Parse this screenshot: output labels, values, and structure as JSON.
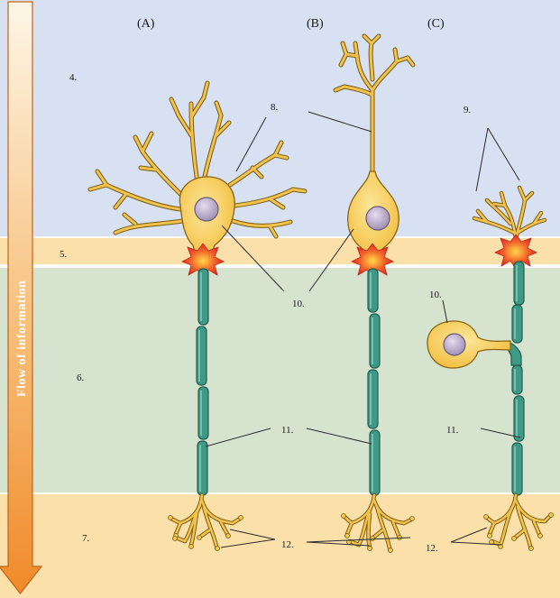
{
  "columns": {
    "a": "(A)",
    "b": "(B)",
    "c": "(C)"
  },
  "labels": {
    "l4": "4.",
    "l5": "5.",
    "l6": "6.",
    "l7": "7.",
    "l8": "8.",
    "l9": "9.",
    "l10a": "10.",
    "l10b": "10.",
    "l11a": "11.",
    "l11b": "11.",
    "l12a": "12.",
    "l12b": "12."
  },
  "arrow": {
    "text": "Flow of information"
  },
  "colors": {
    "zone_input": "#d7e1f1",
    "zone_integration": "#fbe0aa",
    "zone_conduction": "#d6e3cf",
    "zone_output": "#fbe0aa",
    "arrow_top": "#fdf6e6",
    "arrow_bottom": "#f08a2a",
    "axon": "#3e9a86",
    "soma": "#f6c94f",
    "nucleus": "#b8a9c8",
    "trigger_zone": "#e8352a"
  }
}
